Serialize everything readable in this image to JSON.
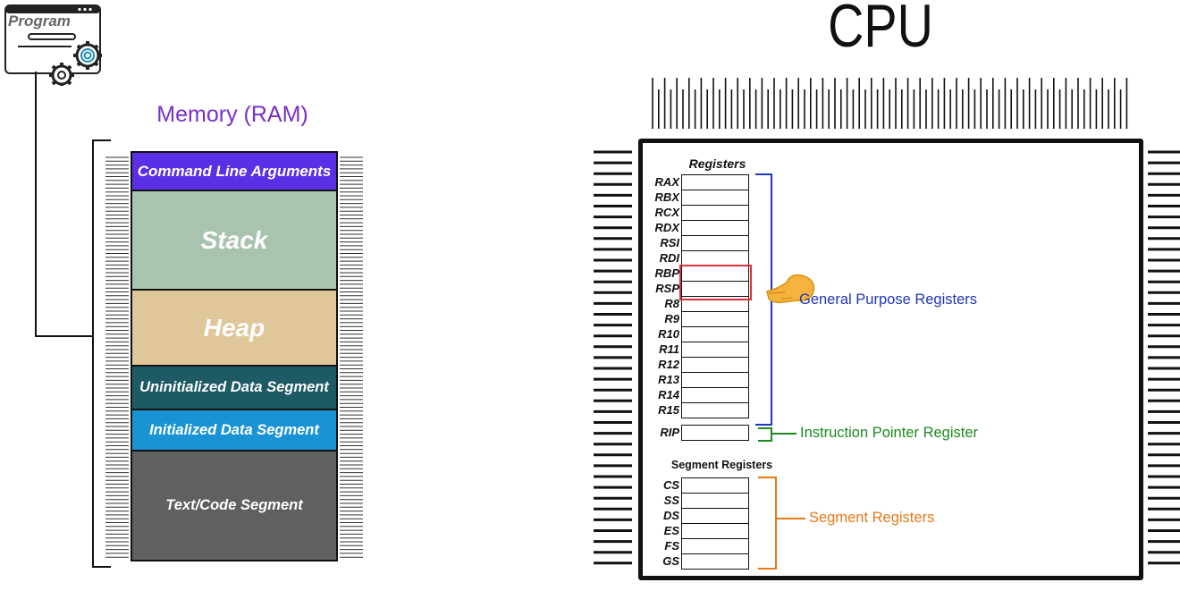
{
  "program": {
    "label": "Program",
    "icon": "program-window-gears-icon"
  },
  "memory": {
    "title": "Memory (RAM)",
    "segments": [
      {
        "label": "Command Line Arguments",
        "color": "#5b2fe6"
      },
      {
        "label": "Stack",
        "color": "#a9c4ae"
      },
      {
        "label": "Heap",
        "color": "#dfc79a"
      },
      {
        "label": "Uninitialized Data Segment",
        "color": "#1e5a64"
      },
      {
        "label": "Initialized Data Segment",
        "color": "#1a93d4"
      },
      {
        "label": "Text/Code Segment",
        "color": "#606060"
      }
    ]
  },
  "cpu": {
    "title": "CPU",
    "registers_heading": "Registers",
    "general_registers": [
      "RAX",
      "RBX",
      "RCX",
      "RDX",
      "RSI",
      "RDI",
      "RBP",
      "RSP",
      "R8",
      "R9",
      "R10",
      "R11",
      "R12",
      "R13",
      "R14",
      "R15"
    ],
    "ip_register": "RIP",
    "segment_heading": "Segment Registers",
    "segment_registers": [
      "CS",
      "SS",
      "DS",
      "ES",
      "FS",
      "GS"
    ],
    "labels": {
      "general_purpose": "General Purpose Registers",
      "instruction_pointer": "Instruction Pointer Register",
      "segment": "Segment Registers"
    },
    "colors": {
      "general_purpose": "#1f37b8",
      "instruction_pointer": "#1d8a22",
      "segment": "#e67a1a",
      "highlight": "#d8333d"
    },
    "highlighted_registers": [
      "RBP",
      "RSP"
    ],
    "pointer_icon": "pointing-hand-icon"
  }
}
